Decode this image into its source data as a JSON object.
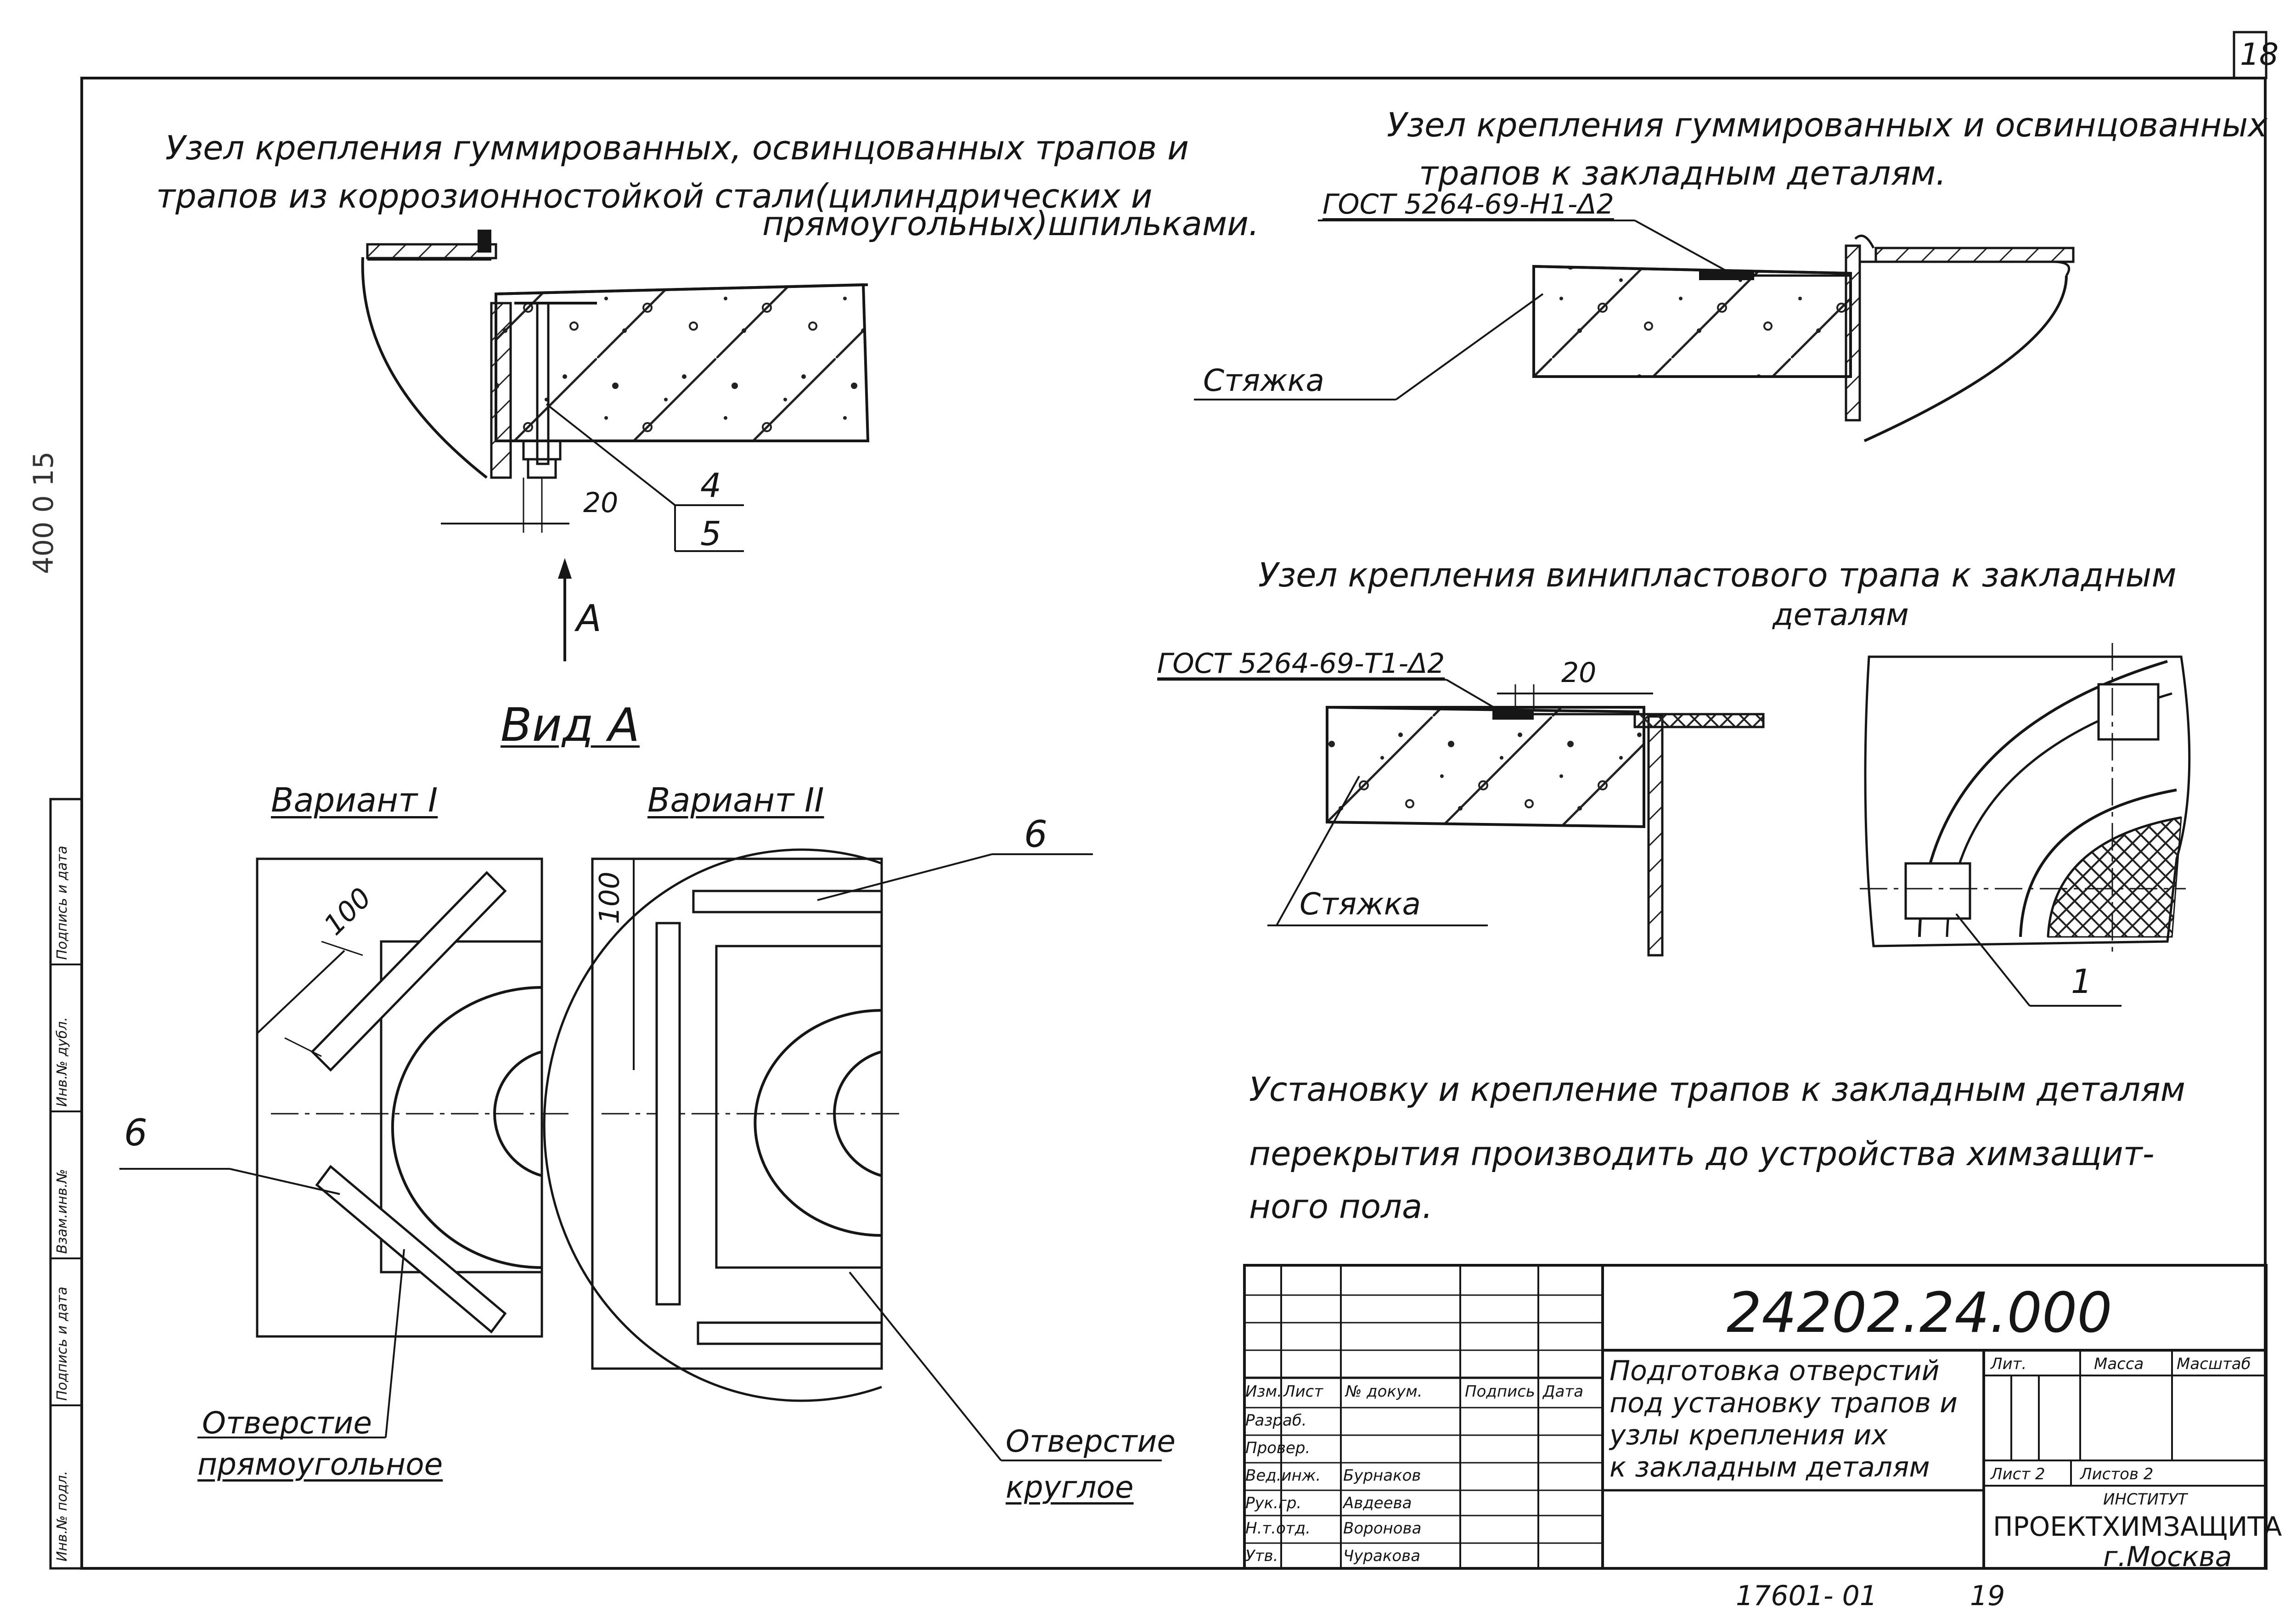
{
  "sheet": {
    "page_number": "18",
    "side_stamp": "400 0 15"
  },
  "notes": {
    "node_1_title_line1": "Узел крепления гуммированных, освинцованных трапов и",
    "node_1_title_line2": "трапов из коррозионностойкой стали(цилиндрических и",
    "node_1_title_line3": "прямоугольных)шпильками.",
    "node_2_title_line1": "Узел крепления гуммированных и освинцованных",
    "node_2_title_line2": "трапов к закладным деталям.",
    "node_3_title_line1": "Узел крепления винипластового трапа к закладным",
    "node_3_title_line2": "деталям",
    "instruction_line1": "Установку и крепление трапов к закладным деталям",
    "instruction_line2": "перекрытия производить до устройства химзащит-",
    "instruction_line3": "ного пола."
  },
  "labels": {
    "gost_1": "ГОСТ 5264-69-Н1-Δ2",
    "gost_2": "ГОСТ 5264-69-Т1-Δ2",
    "screed_1": "Стяжка",
    "screed_2": "Стяжка",
    "dim_20_a": "20",
    "dim_20_b": "20",
    "dim_100_a": "100",
    "dim_100_b": "100",
    "pos_4": "4",
    "pos_5": "5",
    "pos_6_a": "6",
    "pos_6_b": "6",
    "pos_1": "1",
    "view_arrow": "А",
    "view_title": "Вид А",
    "variant_1": "Вариант I",
    "variant_2": "Вариант II",
    "hole_rect_line1": "Отверстие",
    "hole_rect_line2": "прямоугольное",
    "hole_round_line1": "Отверстие",
    "hole_round_line2": "круглое"
  },
  "left_strip": {
    "cells": [
      "Инв.№ подл.",
      "Подпись и дата",
      "Взам.инв.№",
      "Инв.№ дубл.",
      "Подпись и дата"
    ]
  },
  "title_block": {
    "doc_number": "24202.24.000",
    "title_line1": "Подготовка отверстий",
    "title_line2": "под установку трапов и",
    "title_line3": "узлы крепления их",
    "title_line4": "к закладным деталям",
    "col_headers": [
      "Изм.",
      "Лист",
      "№ докум.",
      "Подпись",
      "Дата"
    ],
    "rows": [
      {
        "role": "Разраб.",
        "name": ""
      },
      {
        "role": "Провер.",
        "name": ""
      },
      {
        "role": "Вед.инж.",
        "name": "Бурнаков"
      },
      {
        "role": "Рук.гр.",
        "name": "Авдеева"
      },
      {
        "role": "Н.т.отд.",
        "name": "Воронова"
      },
      {
        "role": "Утв.",
        "name": "Чуракова"
      }
    ],
    "lit_label": "Лит.",
    "mass_label": "Масса",
    "scale_label": "Масштаб",
    "sheet_label": "Лист 2",
    "sheets_label": "Листов 2",
    "institute_label": "ИНСТИТУТ",
    "institute_name": "ПРОЕКТХИМЗАЩИТА",
    "city": "г.Москва"
  },
  "footer": {
    "archive_number": "17601- 01",
    "format_number": "19"
  }
}
